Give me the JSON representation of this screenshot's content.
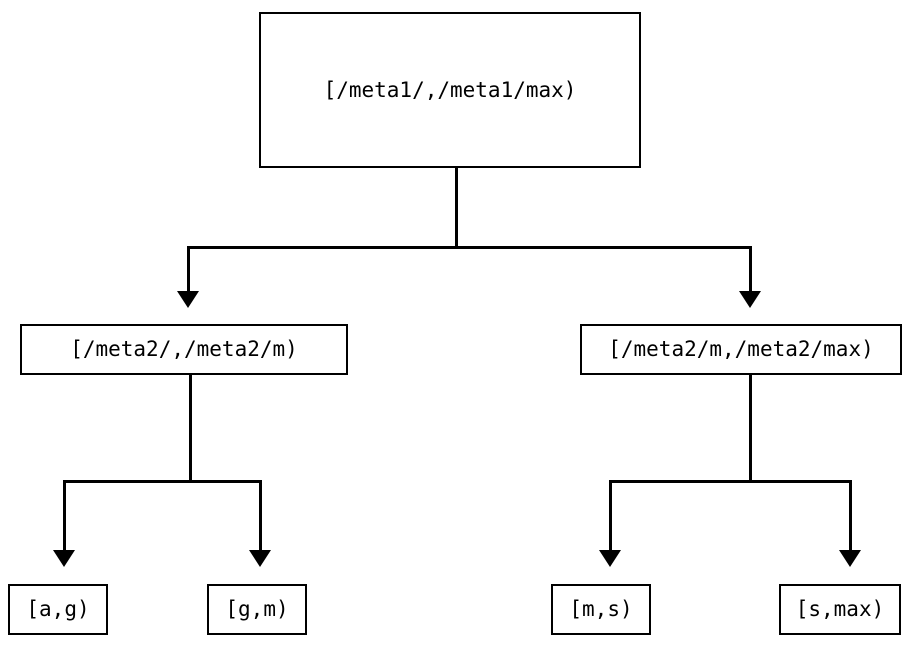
{
  "diagram": {
    "type": "binary-tree",
    "title": "",
    "background_color": "#ffffff",
    "line_color": "#000000",
    "text_color": "#000000",
    "nodes": {
      "root": {
        "label": "[/meta1/,/meta1/max)",
        "level": 1
      },
      "mid_left": {
        "label": "[/meta2/,/meta2/m)",
        "level": 2
      },
      "mid_right": {
        "label": "[/meta2/m,/meta2/max)",
        "level": 2
      },
      "leaf_ag": {
        "label": "[a,g)",
        "level": 3
      },
      "leaf_gm": {
        "label": "[g,m)",
        "level": 3
      },
      "leaf_ms": {
        "label": "[m,s)",
        "level": 3
      },
      "leaf_smax": {
        "label": "[s,max)",
        "level": 3
      }
    },
    "edges": [
      {
        "from": "root",
        "to": "mid_left",
        "arrow": "down-triangle"
      },
      {
        "from": "root",
        "to": "mid_right",
        "arrow": "down-triangle"
      },
      {
        "from": "mid_left",
        "to": "leaf_ag",
        "arrow": "down-triangle"
      },
      {
        "from": "mid_left",
        "to": "leaf_gm",
        "arrow": "down-triangle"
      },
      {
        "from": "mid_right",
        "to": "leaf_ms",
        "arrow": "down-triangle"
      },
      {
        "from": "mid_right",
        "to": "leaf_smax",
        "arrow": "down-triangle"
      }
    ]
  }
}
